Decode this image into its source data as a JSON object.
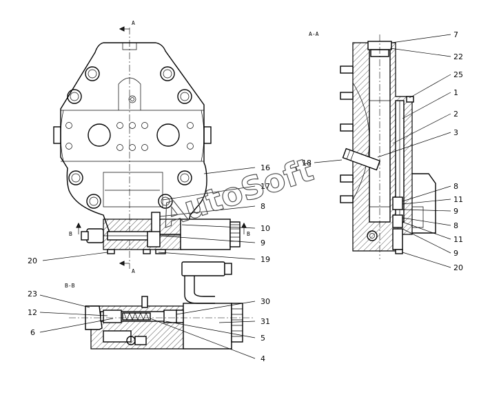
{
  "section_labels": {
    "aa": "A-A",
    "bb": "B-B",
    "a_top": "A",
    "a_bottom": "A",
    "b_left": "B",
    "b_right": "B"
  },
  "watermark": "AutoSoft",
  "callouts": [
    {
      "id": "c7",
      "text": "7"
    },
    {
      "id": "c22",
      "text": "22"
    },
    {
      "id": "c25",
      "text": "25"
    },
    {
      "id": "c1",
      "text": "1"
    },
    {
      "id": "c2",
      "text": "2"
    },
    {
      "id": "c3",
      "text": "3"
    },
    {
      "id": "c18",
      "text": "18"
    },
    {
      "id": "c8a",
      "text": "8"
    },
    {
      "id": "c11a",
      "text": "11"
    },
    {
      "id": "c9a",
      "text": "9"
    },
    {
      "id": "c8b",
      "text": "8"
    },
    {
      "id": "c11b",
      "text": "11"
    },
    {
      "id": "c9b",
      "text": "9"
    },
    {
      "id": "c20r",
      "text": "20"
    },
    {
      "id": "c16",
      "text": "16"
    },
    {
      "id": "c17",
      "text": "17"
    },
    {
      "id": "c8c",
      "text": "8"
    },
    {
      "id": "c10",
      "text": "10"
    },
    {
      "id": "c9c",
      "text": "9"
    },
    {
      "id": "c19",
      "text": "19"
    },
    {
      "id": "c20l",
      "text": "20"
    },
    {
      "id": "c23",
      "text": "23"
    },
    {
      "id": "c12",
      "text": "12"
    },
    {
      "id": "c6",
      "text": "6"
    },
    {
      "id": "c30",
      "text": "30"
    },
    {
      "id": "c31",
      "text": "31"
    },
    {
      "id": "c5",
      "text": "5"
    },
    {
      "id": "c4",
      "text": "4"
    }
  ]
}
